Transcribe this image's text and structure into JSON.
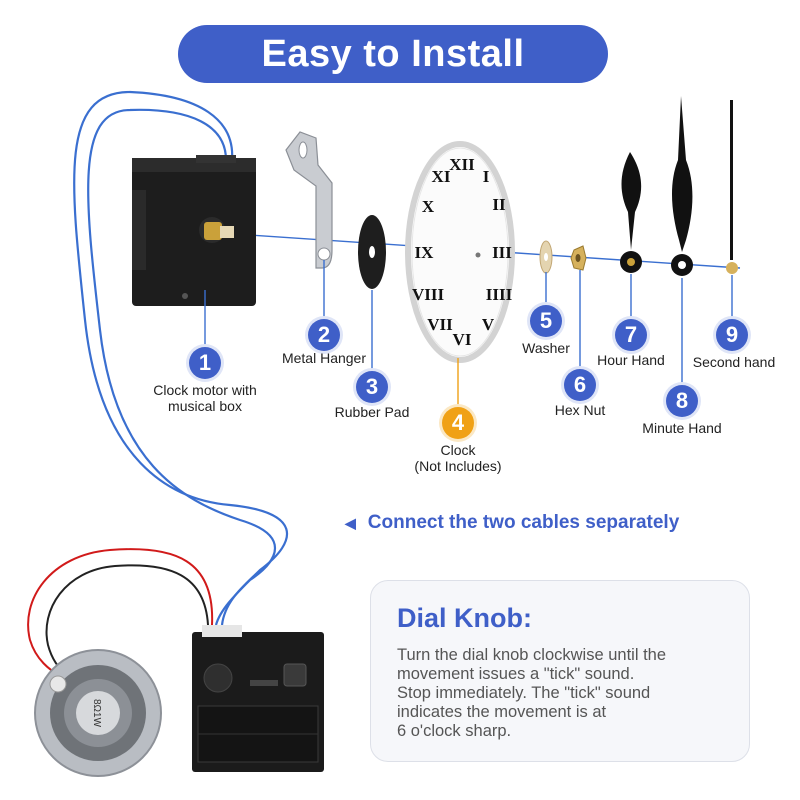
{
  "title": "Easy to Install",
  "parts": [
    {
      "num": "1",
      "label_lines": [
        "Clock motor with",
        "musical box"
      ]
    },
    {
      "num": "2",
      "label_lines": [
        "Metal Hanger"
      ]
    },
    {
      "num": "3",
      "label_lines": [
        "Rubber Pad"
      ]
    },
    {
      "num": "4",
      "label_lines": [
        "Clock",
        "(Not Includes)"
      ]
    },
    {
      "num": "5",
      "label_lines": [
        "Washer"
      ]
    },
    {
      "num": "6",
      "label_lines": [
        "Hex Nut"
      ]
    },
    {
      "num": "7",
      "label_lines": [
        "Hour Hand"
      ]
    },
    {
      "num": "8",
      "label_lines": [
        "Minute Hand"
      ]
    },
    {
      "num": "9",
      "label_lines": [
        "Second hand"
      ]
    }
  ],
  "cables_note": "Connect the two cables separately",
  "dial_knob": {
    "title": "Dial Knob:",
    "lines": [
      "Turn the dial knob clockwise until the",
      "movement issues a \"tick\" sound.",
      "Stop immediately. The \"tick\" sound",
      "indicates the movement is at",
      "6 o'clock sharp."
    ]
  },
  "clock_numerals": [
    "XII",
    "I",
    "II",
    "III",
    "IIII",
    "V",
    "VI",
    "VII",
    "VIII",
    "IX",
    "X",
    "XI"
  ],
  "speaker_text": "8Ω1W",
  "colors": {
    "accent": "#3f5fc8",
    "highlight": "#f0a116",
    "wire_blue": "#3a6fd0",
    "wire_red": "#d11a1a"
  },
  "icons": [
    "clock-motor-icon",
    "metal-hanger-icon",
    "rubber-pad-icon",
    "clock-dial-icon",
    "washer-icon",
    "hex-nut-icon",
    "hour-hand-icon",
    "minute-hand-icon",
    "second-hand-icon",
    "speaker-icon",
    "music-box-icon"
  ]
}
